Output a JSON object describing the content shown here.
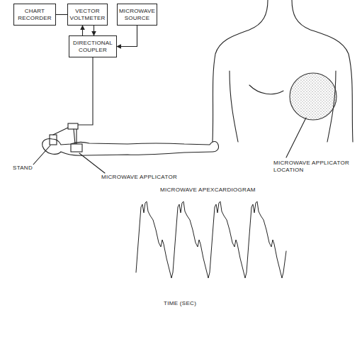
{
  "diagram": {
    "nodes": [
      {
        "text": [
          "CHART RECORDER"
        ]
      },
      {
        "text": [
          "VECTOR VOLTMETER"
        ]
      },
      {
        "text": [
          "MICROWAVE SOURCE"
        ]
      },
      {
        "text": [
          "DIRECTIONAL COUPLER"
        ]
      }
    ],
    "edges": [
      {
        "from": 1,
        "to": 0,
        "arrow": "none"
      },
      {
        "from": 3,
        "to": 1,
        "arrow": "to"
      },
      {
        "from": 1,
        "to": 3,
        "arrow": "to"
      },
      {
        "from": 2,
        "to": 3,
        "arrow": "to"
      }
    ],
    "labels": [
      "STAND",
      "MICROWAVE APPLICATOR",
      "MICROWAVE APPLICATOR LOCATION",
      "MICROWAVE APEXCARDIOGRAM",
      "TIME (SEC)"
    ]
  }
}
